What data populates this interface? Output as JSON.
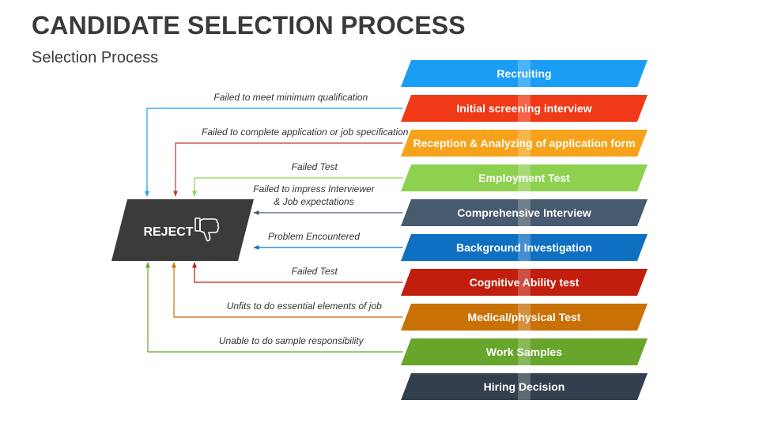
{
  "title": "CANDIDATE SELECTION PROCESS",
  "subtitle": "Selection Process",
  "reject_label": "REJECT",
  "stages": [
    {
      "label": "Recruiting",
      "color": "#1a9ef5"
    },
    {
      "label": "Initial screening interview",
      "color": "#f03a17"
    },
    {
      "label": "Reception & Analyzing of application form",
      "color": "#f7a21b"
    },
    {
      "label": "Employment Test",
      "color": "#8dd14f"
    },
    {
      "label": "Comprehensive Interview",
      "color": "#475a6e"
    },
    {
      "label": "Background Investigation",
      "color": "#0f70c2"
    },
    {
      "label": "Cognitive Ability test",
      "color": "#c21e0e"
    },
    {
      "label": "Medical/physical Test",
      "color": "#c97107"
    },
    {
      "label": "Work Samples",
      "color": "#68a52b"
    },
    {
      "label": "Hiring Decision",
      "color": "#323f4e"
    }
  ],
  "rejections": [
    {
      "text": "Failed to meet minimum qualification",
      "from_stage": 1,
      "color": "#1a9ef5",
      "routing": "top"
    },
    {
      "text": "Failed to complete application or job specification",
      "from_stage": 2,
      "color": "#c0392b",
      "routing": "top"
    },
    {
      "text": "Failed Test",
      "from_stage": 3,
      "color": "#8dd14f",
      "routing": "top"
    },
    {
      "text": "Failed to impress Interviewer\n& Job expectations",
      "from_stage": 4,
      "color": "#475a6e",
      "routing": "direct"
    },
    {
      "text": "Problem Encountered",
      "from_stage": 5,
      "color": "#0f70c2",
      "routing": "direct"
    },
    {
      "text": "Failed Test",
      "from_stage": 6,
      "color": "#c21e0e",
      "routing": "bottom"
    },
    {
      "text": "Unfits to do essential elements of job",
      "from_stage": 7,
      "color": "#c97107",
      "routing": "bottom"
    },
    {
      "text": "Unable to do sample responsibility",
      "from_stage": 8,
      "color": "#68a52b",
      "routing": "bottom"
    }
  ],
  "icons": {
    "reject": "thumbs-down-icon"
  }
}
